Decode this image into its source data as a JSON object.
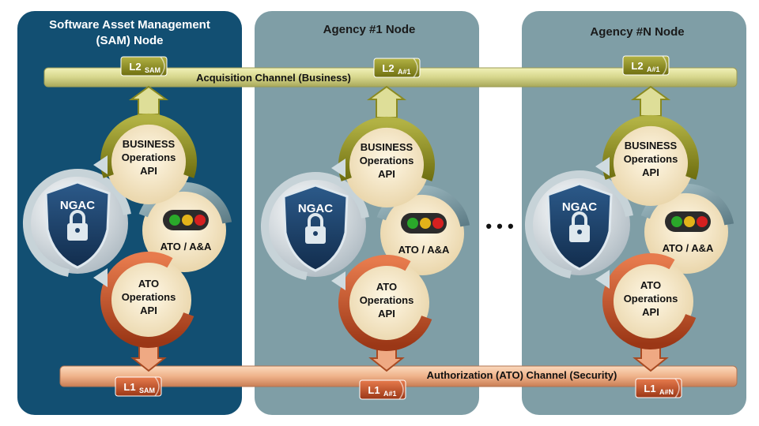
{
  "nodes": [
    {
      "title_line1": "Software Asset Management",
      "title_line2": "(SAM) Node",
      "l2_main": "L2",
      "l2_sub": "SAM",
      "l1_main": "L1",
      "l1_sub": "SAM",
      "business": [
        "BUSINESS",
        "Operations",
        "API"
      ],
      "ato_ops": [
        "ATO",
        "Operations",
        "API"
      ],
      "ngac": "NGAC",
      "ato_aa": "ATO / A&A"
    },
    {
      "title_line1": "Agency #1 Node",
      "title_line2": "",
      "l2_main": "L2",
      "l2_sub": "A#1",
      "l1_main": "L1",
      "l1_sub": "A#1",
      "business": [
        "BUSINESS",
        "Operations",
        "API"
      ],
      "ato_ops": [
        "ATO",
        "Operations",
        "API"
      ],
      "ngac": "NGAC",
      "ato_aa": "ATO / A&A"
    },
    {
      "title_line1": "Agency #N Node",
      "title_line2": "",
      "l2_main": "L2",
      "l2_sub": "A#1",
      "l1_main": "L1",
      "l1_sub": "A#N",
      "business": [
        "BUSINESS",
        "Operations",
        "API"
      ],
      "ato_ops": [
        "ATO",
        "Operations",
        "API"
      ],
      "ngac": "NGAC",
      "ato_aa": "ATO / A&A"
    }
  ],
  "channels": {
    "acquisition": "Acquisition Channel (Business)",
    "authorization": "Authorization (ATO) Channel (Security)"
  },
  "ellipsis": "• • •",
  "colors": {
    "sam_panel": "#124f72",
    "agency_panel": "#7f9ea6",
    "business_bar": "#d4d488",
    "security_bar": "#efb48a",
    "scroll_olive": "#8a8a20",
    "scroll_rust": "#c0502c",
    "shield": "#1d3f66"
  }
}
